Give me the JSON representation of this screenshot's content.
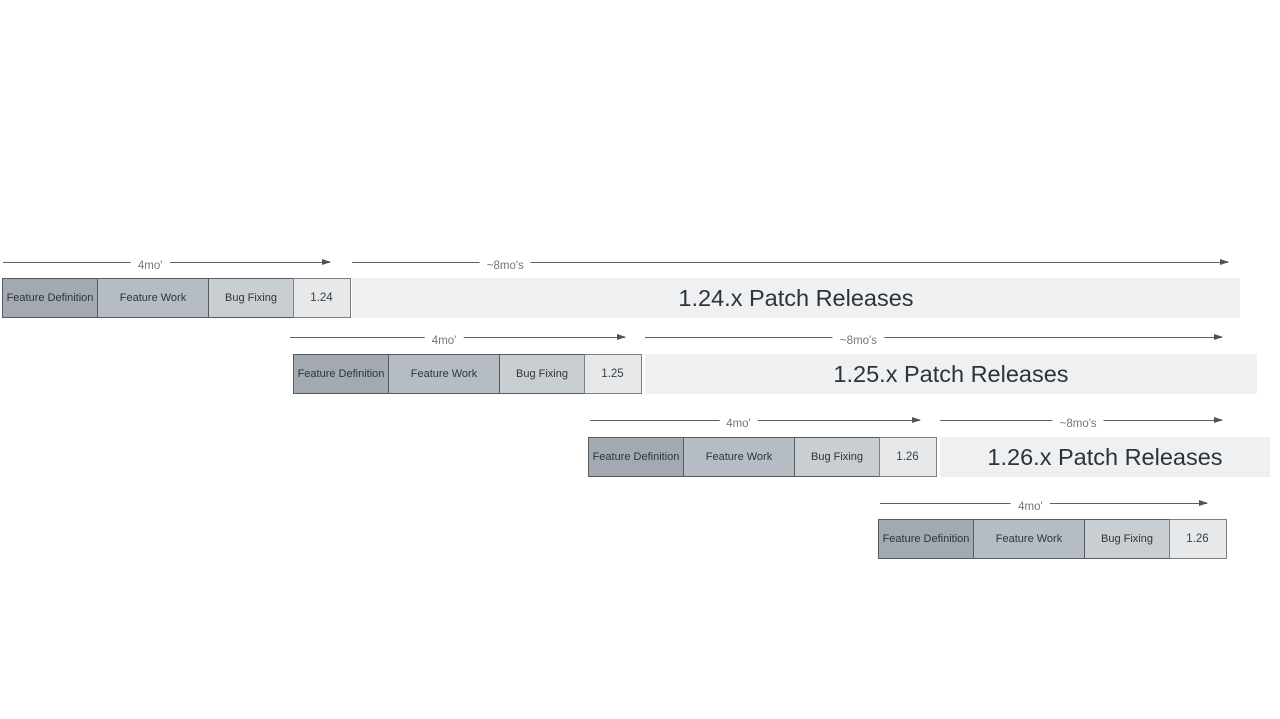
{
  "diagram": {
    "title": "release-cycle-timeline",
    "background": "#ffffff"
  },
  "colors": {
    "phase_feature_definition": "#a2a9b1",
    "phase_feature_work": "#b6bcc3",
    "phase_bug_fixing": "#c9ced3",
    "version_box_fill": "#e6e8ea",
    "patch_bar_fill": "#eff0f2",
    "box_border": "#555a60",
    "version_box_border": "#7a8086",
    "arrow": "#5a6168",
    "arrow_label_text": "#70767c",
    "phase_text": "#2f343a",
    "patch_text": "#2d3339"
  },
  "rows": [
    {
      "version": "1.24",
      "phases": [
        "Feature Definition",
        "Feature Work",
        "Bug Fixing"
      ],
      "cycle_arrow_label": "4mo'",
      "patch_arrow_label": "~8mo's",
      "patch_bar_text": "1.24.x Patch Releases"
    },
    {
      "version": "1.25",
      "phases": [
        "Feature Definition",
        "Feature Work",
        "Bug Fixing"
      ],
      "cycle_arrow_label": "4mo'",
      "patch_arrow_label": "~8mo's",
      "patch_bar_text": "1.25.x Patch Releases"
    },
    {
      "version": "1.26",
      "phases": [
        "Feature Definition",
        "Feature Work",
        "Bug Fixing"
      ],
      "cycle_arrow_label": "4mo'",
      "patch_arrow_label": "~8mo's",
      "patch_bar_text": "1.26.x Patch Releases"
    },
    {
      "version": "1.26",
      "phases": [
        "Feature Definition",
        "Feature Work",
        "Bug Fixing"
      ],
      "cycle_arrow_label": "4mo'"
    }
  ]
}
